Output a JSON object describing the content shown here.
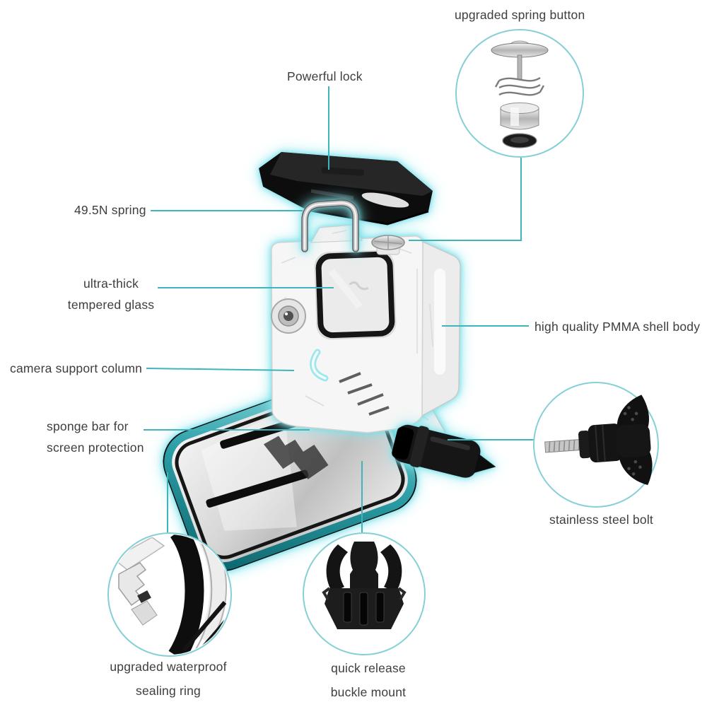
{
  "colors": {
    "background": "#ffffff",
    "leader_line": "#3fb4ba",
    "inset_circle_border": "#85cfd6",
    "glow": "#79e1e9",
    "label_text": "#3e3e3e",
    "latch_black": "#0d0d0d",
    "lid_rim_teal": "#2d9fa7"
  },
  "labels": {
    "upgraded_spring_button": "upgraded spring button",
    "powerful_lock": "Powerful lock",
    "spring_force": "49.5N spring",
    "tempered_glass_1": "ultra-thick",
    "tempered_glass_2": "tempered glass",
    "camera_support_column": "camera support column",
    "pmma_shell_body": "high quality PMMA shell body",
    "sponge_bar_1": "sponge bar for",
    "sponge_bar_2": "screen protection",
    "stainless_steel_bolt": "stainless steel bolt",
    "sealing_ring_1": "upgraded waterproof",
    "sealing_ring_2": "sealing ring",
    "quick_release_1": "quick release",
    "quick_release_2": "buckle mount"
  }
}
